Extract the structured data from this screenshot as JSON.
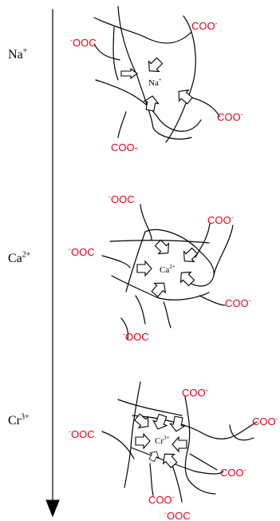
{
  "labels": {
    "na_base": "Na",
    "na_charge": "+",
    "ca_base": "Ca",
    "ca_charge": "2+",
    "cr_base": "Cr",
    "cr_charge": "3+"
  },
  "groups": {
    "ooc_left": "OOC",
    "coo_right": "COO",
    "coo_dash": "COO-",
    "minus": "-"
  },
  "colors": {
    "carboxylate": "#e3001b",
    "line": "#000000",
    "background": "#ffffff"
  },
  "icons": [
    "down-arrow-icon",
    "hollow-arrow-icon"
  ]
}
